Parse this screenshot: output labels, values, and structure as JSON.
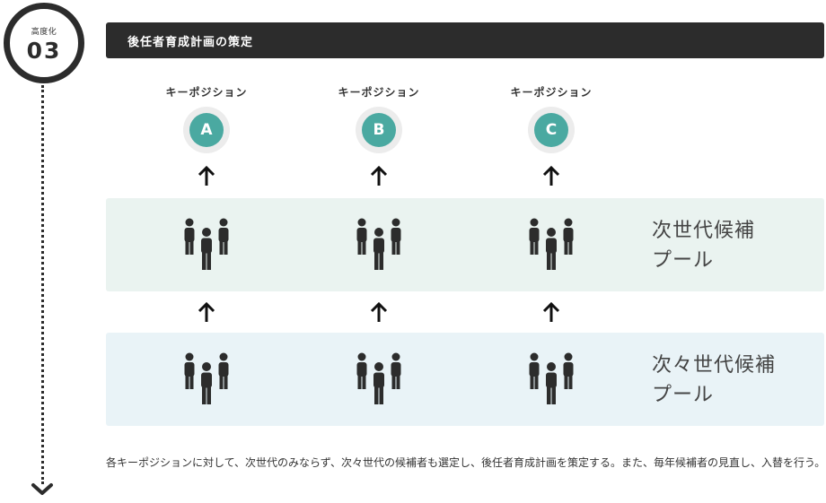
{
  "step": {
    "label": "高度化",
    "number": "03"
  },
  "header": {
    "title": "後任者育成計画の策定"
  },
  "key_positions": [
    {
      "label": "キーポジション",
      "letter": "A"
    },
    {
      "label": "キーポジション",
      "letter": "B"
    },
    {
      "label": "キーポジション",
      "letter": "C"
    }
  ],
  "pools": [
    {
      "label": "次世代候補\nプール",
      "color": "#eaf3f0"
    },
    {
      "label": "次々世代候補\nプール",
      "color": "#e9f3f7"
    }
  ],
  "caption": "各キーポジションに対して、次世代のみならず、次々世代の候補者も選定し、後任者育成計画を策定する。また、毎年候補者の見直し、入替を行う。",
  "colors": {
    "accent": "#4aa9a1",
    "dark": "#2c2c2c",
    "next_pool_bg": "#eaf3f0",
    "next_next_pool_bg": "#e9f3f7"
  },
  "icons": {
    "people": "people-group-icon",
    "arrow": "arrow-up-icon",
    "chevron": "chevron-down-icon"
  }
}
